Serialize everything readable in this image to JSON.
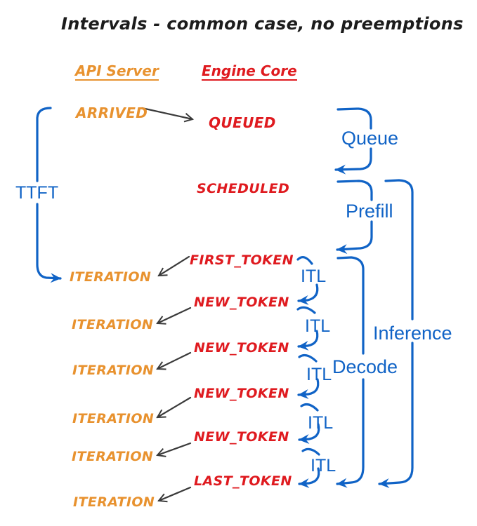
{
  "title": "Intervals - common case, no preemptions",
  "colors": {
    "api_server_accent": "#E8922F",
    "engine_core_accent": "#DF1A1F",
    "interval_accent": "#1063C6",
    "arrow": "#3A3A3A",
    "background": "#FFFFFF"
  },
  "columns": {
    "api_server": "API Server",
    "engine_core": "Engine Core"
  },
  "api_events": {
    "arrived": "ARRIVED",
    "iterations": [
      "ITERATION",
      "ITERATION",
      "ITERATION",
      "ITERATION",
      "ITERATION",
      "ITERATION"
    ]
  },
  "engine_events": {
    "queued": "QUEUED",
    "scheduled": "SCHEDULED",
    "first_token": "FIRST_TOKEN",
    "new_tokens": [
      "NEW_TOKEN",
      "NEW_TOKEN",
      "NEW_TOKEN",
      "NEW_TOKEN"
    ],
    "last_token": "LAST_TOKEN"
  },
  "intervals": {
    "ttft": "TTFT",
    "queue": "Queue",
    "prefill": "Prefill",
    "decode": "Decode",
    "inference": "Inference",
    "itl": [
      "ITL",
      "ITL",
      "ITL",
      "ITL",
      "ITL"
    ]
  }
}
